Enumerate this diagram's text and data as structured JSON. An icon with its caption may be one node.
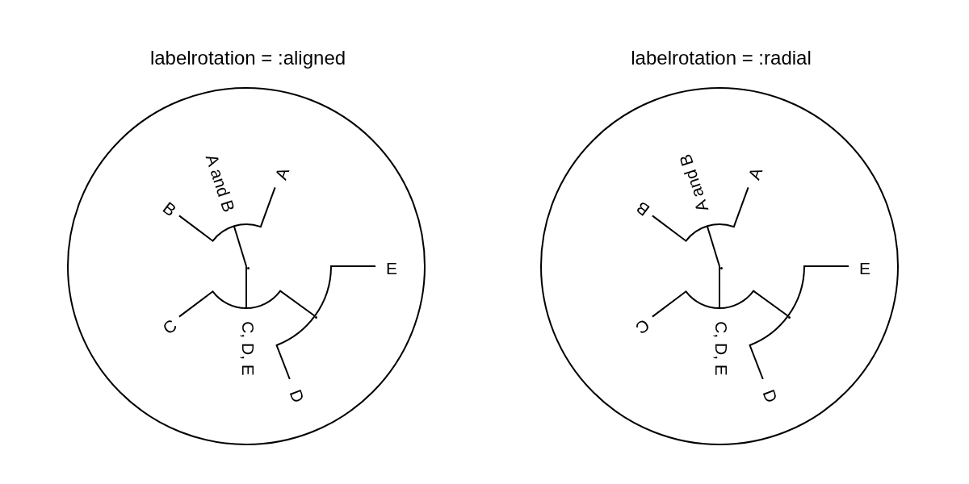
{
  "diagram": {
    "nodes": [
      {
        "text": [
          "labelrotation = :aligned"
        ]
      },
      {
        "text": [],
        "shape": "point",
        "in": 0
      },
      {
        "text": [
          "A and B"
        ],
        "in": 0
      },
      {
        "text": [
          "C, D, E"
        ],
        "in": 0
      },
      {
        "text": [],
        "shape": "point",
        "in": 0
      },
      {
        "text": [
          "A"
        ],
        "in": 0
      },
      {
        "text": [
          "B"
        ],
        "in": 0
      },
      {
        "text": [
          "C"
        ],
        "in": 0
      },
      {
        "text": [
          "D"
        ],
        "in": 0
      },
      {
        "text": [
          "E"
        ],
        "in": 0
      },
      {
        "text": [
          "labelrotation = :radial"
        ]
      },
      {
        "text": [],
        "shape": "point",
        "in": 10
      },
      {
        "text": [
          "A and B"
        ],
        "in": 10
      },
      {
        "text": [
          "C, D, E"
        ],
        "in": 10
      },
      {
        "text": [],
        "shape": "point",
        "in": 10
      },
      {
        "text": [
          "A"
        ],
        "in": 10
      },
      {
        "text": [
          "B"
        ],
        "in": 10
      },
      {
        "text": [
          "C"
        ],
        "in": 10
      },
      {
        "text": [
          "D"
        ],
        "in": 10
      },
      {
        "text": [
          "E"
        ],
        "in": 10
      }
    ],
    "edges": [
      {
        "from": 1,
        "to": 2,
        "arrow": "none"
      },
      {
        "from": 1,
        "to": 3,
        "arrow": "none"
      },
      {
        "from": 2,
        "to": 5,
        "arrow": "none"
      },
      {
        "from": 2,
        "to": 6,
        "arrow": "none"
      },
      {
        "from": 3,
        "to": 7,
        "arrow": "none"
      },
      {
        "from": 3,
        "to": 4,
        "arrow": "none"
      },
      {
        "from": 4,
        "to": 8,
        "arrow": "none"
      },
      {
        "from": 4,
        "to": 9,
        "arrow": "none"
      },
      {
        "from": 11,
        "to": 12,
        "arrow": "none"
      },
      {
        "from": 11,
        "to": 13,
        "arrow": "none"
      },
      {
        "from": 12,
        "to": 15,
        "arrow": "none"
      },
      {
        "from": 12,
        "to": 16,
        "arrow": "none"
      },
      {
        "from": 13,
        "to": 17,
        "arrow": "none"
      },
      {
        "from": 13,
        "to": 14,
        "arrow": "none"
      },
      {
        "from": 14,
        "to": 18,
        "arrow": "none"
      },
      {
        "from": 14,
        "to": 19,
        "arrow": "none"
      }
    ]
  }
}
